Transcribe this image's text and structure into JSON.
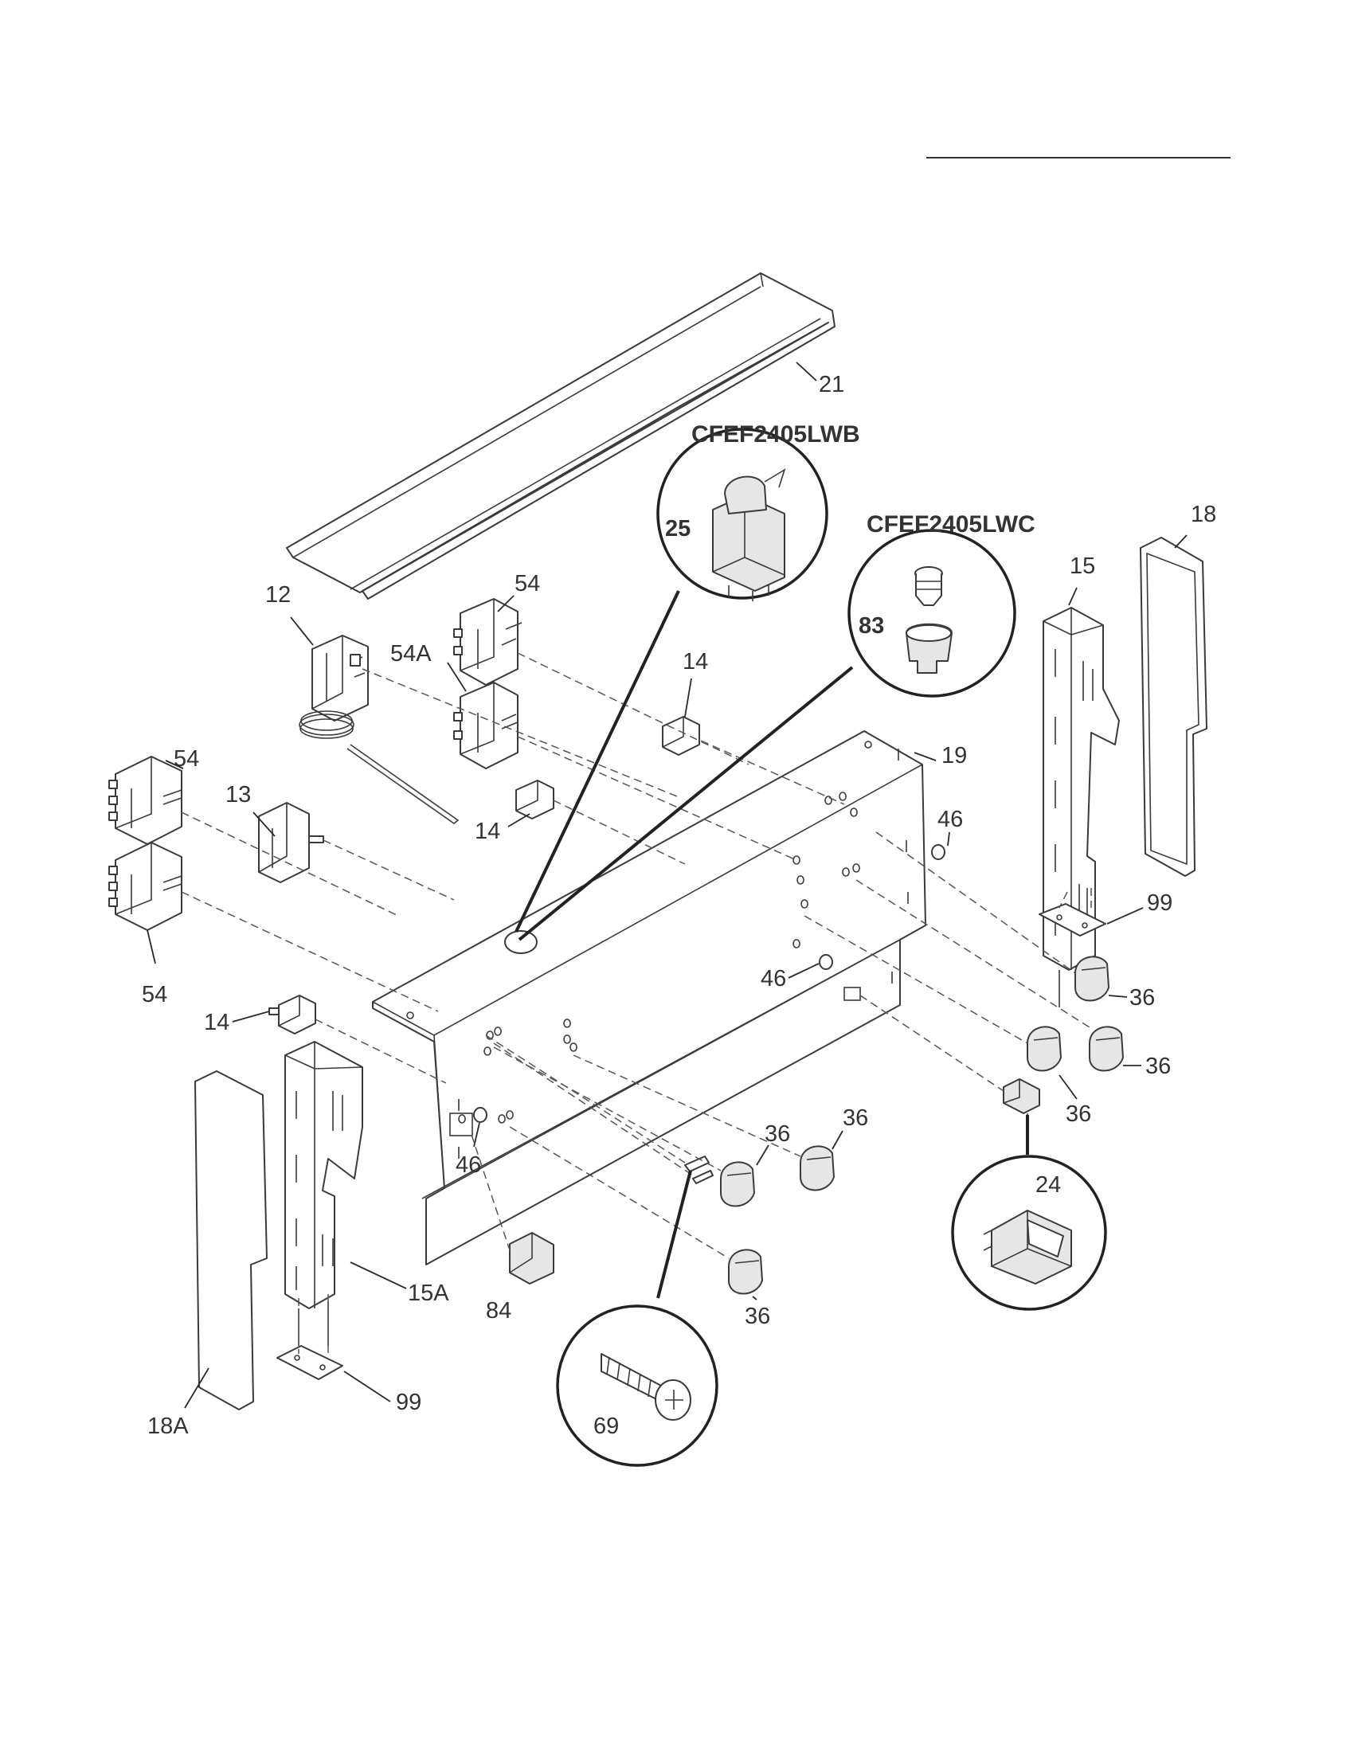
{
  "labels": {
    "p21": "21",
    "p12": "12",
    "p54_top": "54",
    "p54a": "54A",
    "p14_top": "14",
    "p14_mid": "14",
    "p14_left": "14",
    "p19": "19",
    "p54_left_top": "54",
    "p54_left_bottom": "54",
    "p13": "13",
    "p46_right": "46",
    "p46_mid": "46",
    "p46_left": "46",
    "p15": "15",
    "p18": "18",
    "p99_right": "99",
    "p99_left": "99",
    "p36_a": "36",
    "p36_b": "36",
    "p36_c": "36",
    "p36_d": "36",
    "p36_e": "36",
    "p36_f": "36",
    "p24": "24",
    "p15a": "15A",
    "p18a": "18A",
    "p84": "84",
    "p69": "69",
    "p25": "25",
    "p83": "83"
  },
  "models": {
    "model_b": "CFEF2405LWB",
    "model_c": "CFEF2405LWC"
  }
}
